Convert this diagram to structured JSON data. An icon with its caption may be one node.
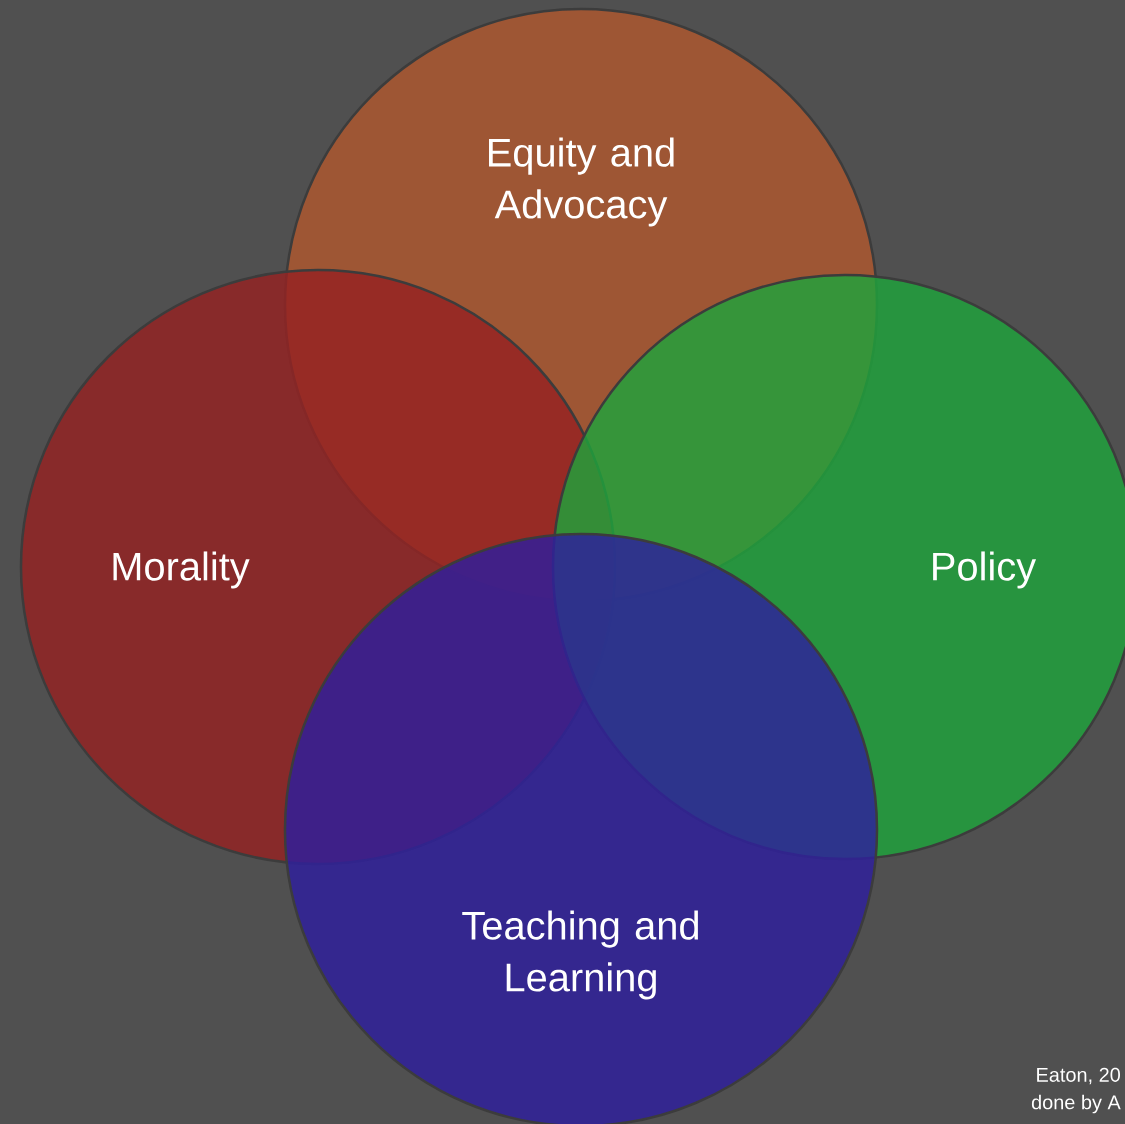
{
  "diagram": {
    "nodes": [
      {
        "text": [
          "Equity and Advocacy"
        ]
      },
      {
        "text": [
          "Morality"
        ]
      },
      {
        "text": [
          "Policy"
        ]
      },
      {
        "text": [
          "Teaching and Learning"
        ]
      }
    ],
    "labels": [
      "Eaton, 20",
      "done by A"
    ]
  }
}
